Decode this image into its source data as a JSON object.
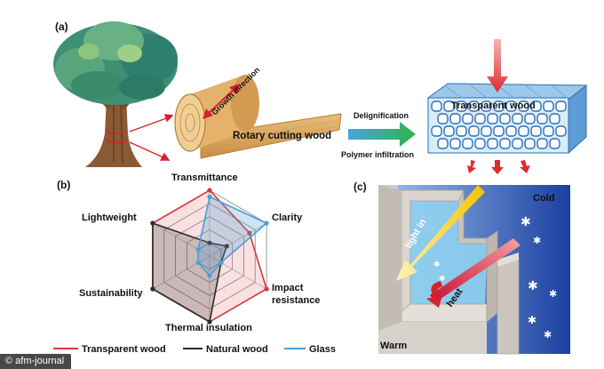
{
  "panels": {
    "a": "(a)",
    "b": "(b)",
    "c": "(c)"
  },
  "panel_a": {
    "growth_direction": "Growth direction",
    "rotary_cutting": "Rotary cutting wood",
    "delignification": "Delignification",
    "polymer_infiltration": "Polymer infiltration",
    "transparent_wood": "Transparent wood"
  },
  "chart_data": {
    "type": "radar",
    "axes": [
      "Transmittance",
      "Clarity",
      "Impact resistance",
      "Thermal insulation",
      "Sustainability",
      "Lightweight"
    ],
    "axis_label_lines": {
      "impact_1": "Impact",
      "impact_2": "resistance"
    },
    "levels": 5,
    "scale": [
      0,
      5
    ],
    "series": [
      {
        "name": "Transparent wood",
        "color": "#d9363e",
        "values": [
          5,
          3.5,
          5,
          5,
          5,
          5
        ]
      },
      {
        "name": "Natural wood",
        "color": "#2b2b2b",
        "values": [
          1,
          1.5,
          1,
          5,
          5,
          5
        ]
      },
      {
        "name": "Glass",
        "color": "#4a9fd4",
        "values": [
          4.5,
          5,
          1,
          1.5,
          1,
          1
        ]
      }
    ]
  },
  "panel_c": {
    "cold": "Cold",
    "warm": "Warm",
    "light_in": "light in",
    "heat": "heat"
  },
  "credit": "© afm-journal"
}
